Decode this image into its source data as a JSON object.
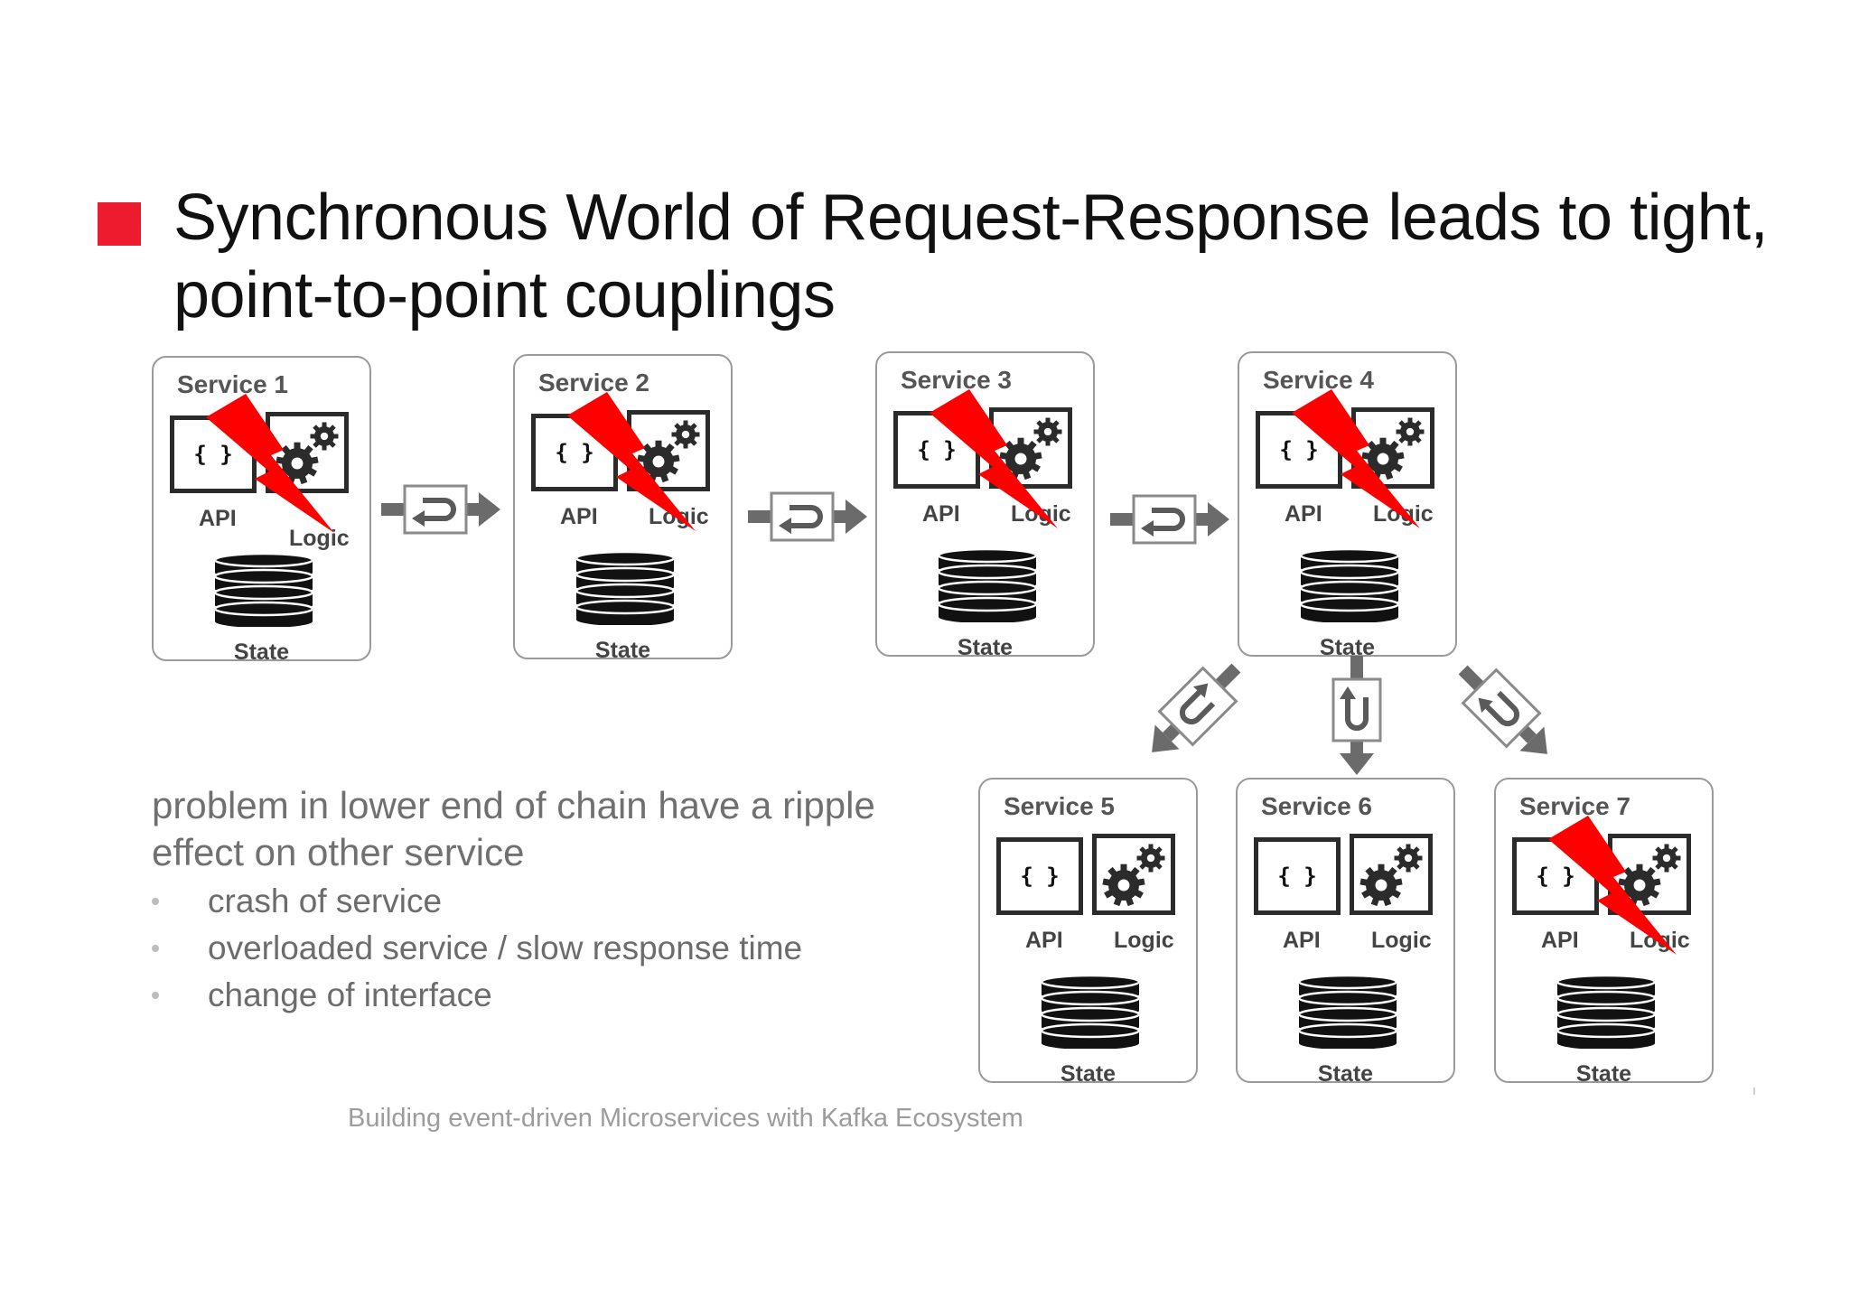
{
  "slide": {
    "title": "Synchronous World of Request-Response leads to tight, point-to-point couplings",
    "body": "problem in lower end of chain have a ripple effect on other service",
    "bullets": [
      "crash of service",
      "overloaded service / slow response time",
      "change of interface"
    ],
    "footer": "Building event-driven Microservices with Kafka Ecosystem"
  },
  "services": [
    {
      "name": "Service 1",
      "api": "{ }",
      "api_label": "API",
      "logic_label": "Logic",
      "state_label": "State",
      "failed": true
    },
    {
      "name": "Service 2",
      "api": "{ }",
      "api_label": "API",
      "logic_label": "Logic",
      "state_label": "State",
      "failed": true
    },
    {
      "name": "Service 3",
      "api": "{ }",
      "api_label": "API",
      "logic_label": "Logic",
      "state_label": "State",
      "failed": true
    },
    {
      "name": "Service 4",
      "api": "{ }",
      "api_label": "API",
      "logic_label": "Logic",
      "state_label": "State",
      "failed": true
    },
    {
      "name": "Service 5",
      "api": "{ }",
      "api_label": "API",
      "logic_label": "Logic",
      "state_label": "State",
      "failed": false
    },
    {
      "name": "Service 6",
      "api": "{ }",
      "api_label": "API",
      "logic_label": "Logic",
      "state_label": "State",
      "failed": false
    },
    {
      "name": "Service 7",
      "api": "{ }",
      "api_label": "API",
      "logic_label": "Logic",
      "state_label": "State",
      "failed": true
    }
  ],
  "connectors": [
    {
      "from": "Service 1",
      "to": "Service 2",
      "icon": "request-response-icon"
    },
    {
      "from": "Service 2",
      "to": "Service 3",
      "icon": "request-response-icon"
    },
    {
      "from": "Service 3",
      "to": "Service 4",
      "icon": "request-response-icon"
    },
    {
      "from": "Service 4",
      "to": "Service 5",
      "icon": "request-response-icon"
    },
    {
      "from": "Service 4",
      "to": "Service 6",
      "icon": "request-response-icon"
    },
    {
      "from": "Service 4",
      "to": "Service 7",
      "icon": "request-response-icon"
    }
  ],
  "colors": {
    "accent_red": "#ec1c2e",
    "bolt_red": "#ff0000",
    "icon_dark": "#2b2b2b",
    "connector_gray": "#6b6b6b"
  }
}
